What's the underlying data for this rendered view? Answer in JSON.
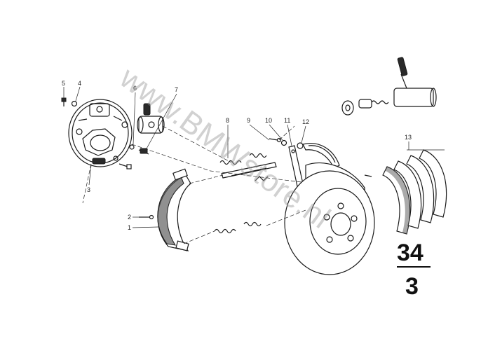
{
  "watermark": "www.BMWstore.nl",
  "group_number": {
    "top": "34",
    "bottom": "3"
  },
  "callouts": [
    {
      "id": "1",
      "text": "1"
    },
    {
      "id": "2",
      "text": "2"
    },
    {
      "id": "3",
      "text": "3"
    },
    {
      "id": "4",
      "text": "4"
    },
    {
      "id": "5",
      "text": "5"
    },
    {
      "id": "6",
      "text": "6"
    },
    {
      "id": "7",
      "text": "7"
    },
    {
      "id": "8",
      "text": "8"
    },
    {
      "id": "9",
      "text": "9"
    },
    {
      "id": "10",
      "text": "10"
    },
    {
      "id": "11",
      "text": "11"
    },
    {
      "id": "12",
      "text": "12"
    },
    {
      "id": "13",
      "text": "13"
    }
  ],
  "colors": {
    "ink": "#1a1a1a",
    "watermark": "#9a9a9a",
    "background": "#ffffff"
  }
}
